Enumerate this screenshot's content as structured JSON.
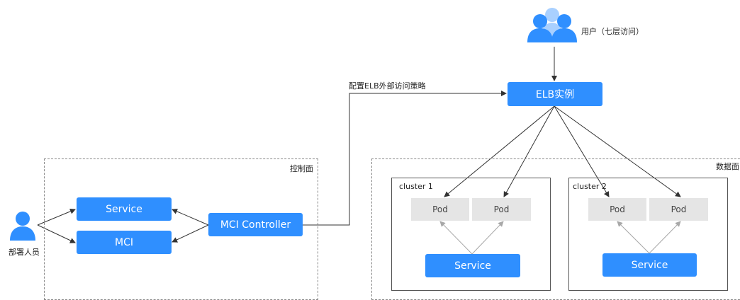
{
  "colors": {
    "accent": "#2f8fff",
    "pod_fill": "#e5e5e5",
    "arrow_dark": "#333333",
    "arrow_light": "#a8a8a8",
    "dashed_border": "#888888"
  },
  "user": {
    "label": "用户（七层访问）",
    "icon": "users-group-icon"
  },
  "deployer": {
    "label": "部署人员",
    "icon": "person-icon"
  },
  "elb": {
    "label": "ELB实例"
  },
  "elb_config_label": "配置ELB外部访问策略",
  "control_plane": {
    "label": "控制面",
    "service_label": "Service",
    "mci_label": "MCI",
    "controller_label": "MCI Controller"
  },
  "data_plane": {
    "label": "数据面",
    "clusters": [
      {
        "label": "cluster 1",
        "pods": [
          "Pod",
          "Pod"
        ],
        "service_label": "Service"
      },
      {
        "label": "cluster 2",
        "pods": [
          "Pod",
          "Pod"
        ],
        "service_label": "Service"
      }
    ]
  }
}
